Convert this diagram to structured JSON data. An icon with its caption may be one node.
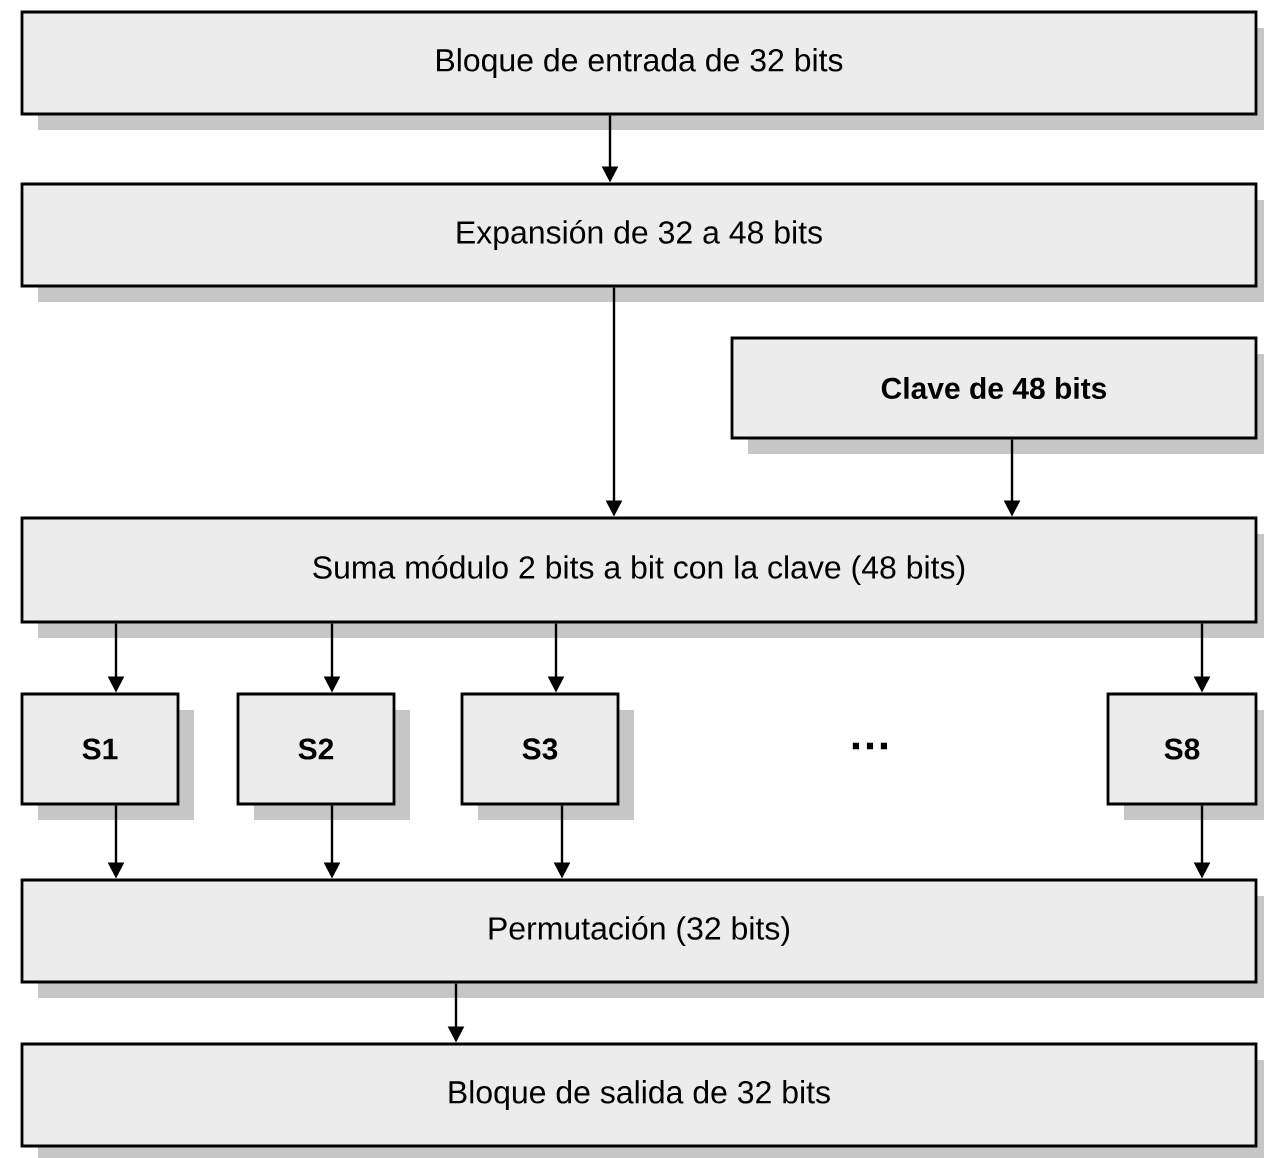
{
  "diagram": {
    "nodes": [
      {
        "text": [
          "Bloque de entrada de 32 bits"
        ]
      },
      {
        "text": [
          "Expansión de 32 a 48 bits"
        ]
      },
      {
        "text": [
          "Clave de 48 bits"
        ]
      },
      {
        "text": [
          "Suma módulo 2 bits a bit con la clave (48 bits)"
        ]
      },
      {
        "text": [
          "S1"
        ]
      },
      {
        "text": [
          "S2"
        ]
      },
      {
        "text": [
          "S3"
        ]
      },
      {
        "text": [
          "S8"
        ]
      },
      {
        "text": [
          "Permutación (32 bits)"
        ]
      },
      {
        "text": [
          "Bloque de salida de 32 bits"
        ]
      }
    ],
    "edges": [
      {
        "from": 0,
        "to": 1,
        "arrow": "to"
      },
      {
        "from": 1,
        "to": 3,
        "arrow": "to"
      },
      {
        "from": 2,
        "to": 3,
        "arrow": "to"
      },
      {
        "from": 3,
        "to": 4,
        "arrow": "to"
      },
      {
        "from": 3,
        "to": 5,
        "arrow": "to"
      },
      {
        "from": 3,
        "to": 6,
        "arrow": "to"
      },
      {
        "from": 3,
        "to": 7,
        "arrow": "to"
      },
      {
        "from": 4,
        "to": 8,
        "arrow": "to"
      },
      {
        "from": 5,
        "to": 8,
        "arrow": "to"
      },
      {
        "from": 6,
        "to": 8,
        "arrow": "to"
      },
      {
        "from": 7,
        "to": 8,
        "arrow": "to"
      },
      {
        "from": 8,
        "to": 9,
        "arrow": "to"
      }
    ],
    "labels": [
      "…"
    ]
  }
}
